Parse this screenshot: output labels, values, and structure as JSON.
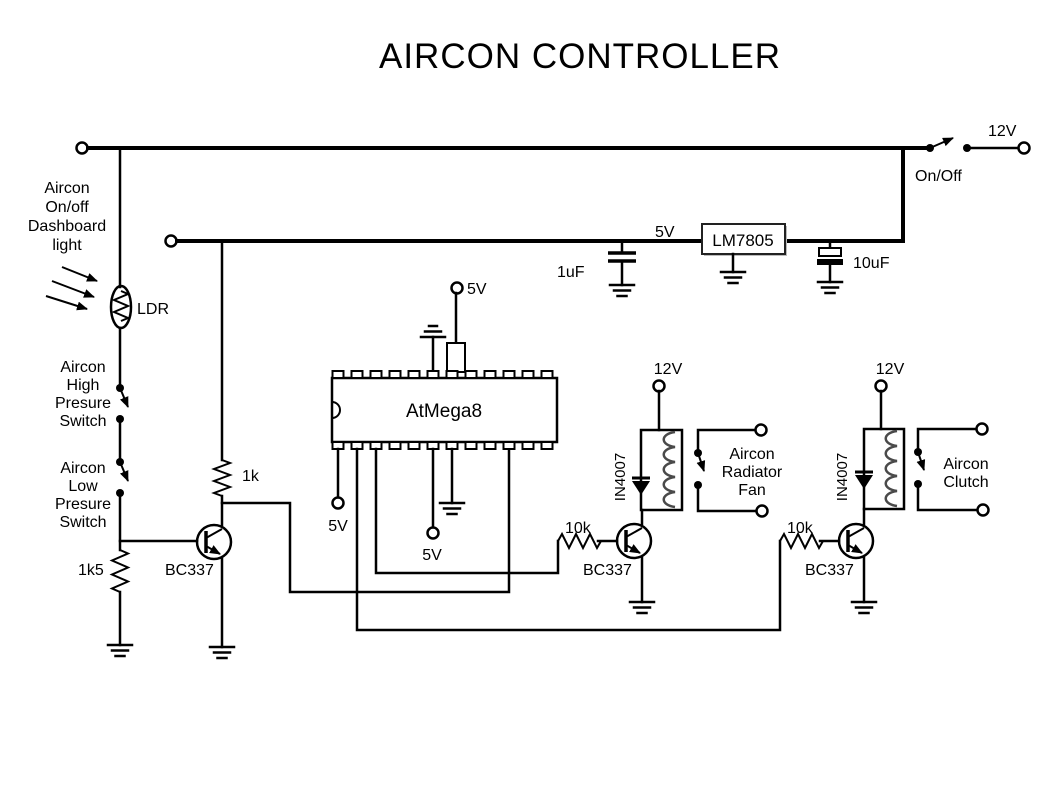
{
  "title": "AIRCON CONTROLLER",
  "power": {
    "positive_terminal": "12V",
    "switch_label": "On/Off",
    "rail_5v": "5V",
    "cap_output": "1uF",
    "regulator": "LM7805",
    "cap_input": "10uF"
  },
  "sensor": {
    "light_lines": [
      "Aircon",
      "On/off",
      "Dashboard",
      "light"
    ],
    "ldr": "LDR",
    "high_switch_lines": [
      "Aircon",
      "High",
      "Presure",
      "Switch"
    ],
    "low_switch_lines": [
      "Aircon",
      "Low",
      "Presure",
      "Switch"
    ],
    "pulldown_resistor": "1k5",
    "transistor": "BC337",
    "collector_resistor": "1k"
  },
  "mcu": {
    "name": "AtMega8",
    "vcc_top": "5V",
    "vcc_pin1": "5V",
    "vcc_mid": "5V"
  },
  "fan": {
    "supply": "12V",
    "diode": "IN4007",
    "base_resistor": "10k",
    "transistor": "BC337",
    "load_lines": [
      "Aircon",
      "Radiator",
      "Fan"
    ]
  },
  "clutch": {
    "supply": "12V",
    "diode": "IN4007",
    "base_resistor": "10k",
    "transistor": "BC337",
    "load_lines": [
      "Aircon",
      "Clutch"
    ]
  }
}
